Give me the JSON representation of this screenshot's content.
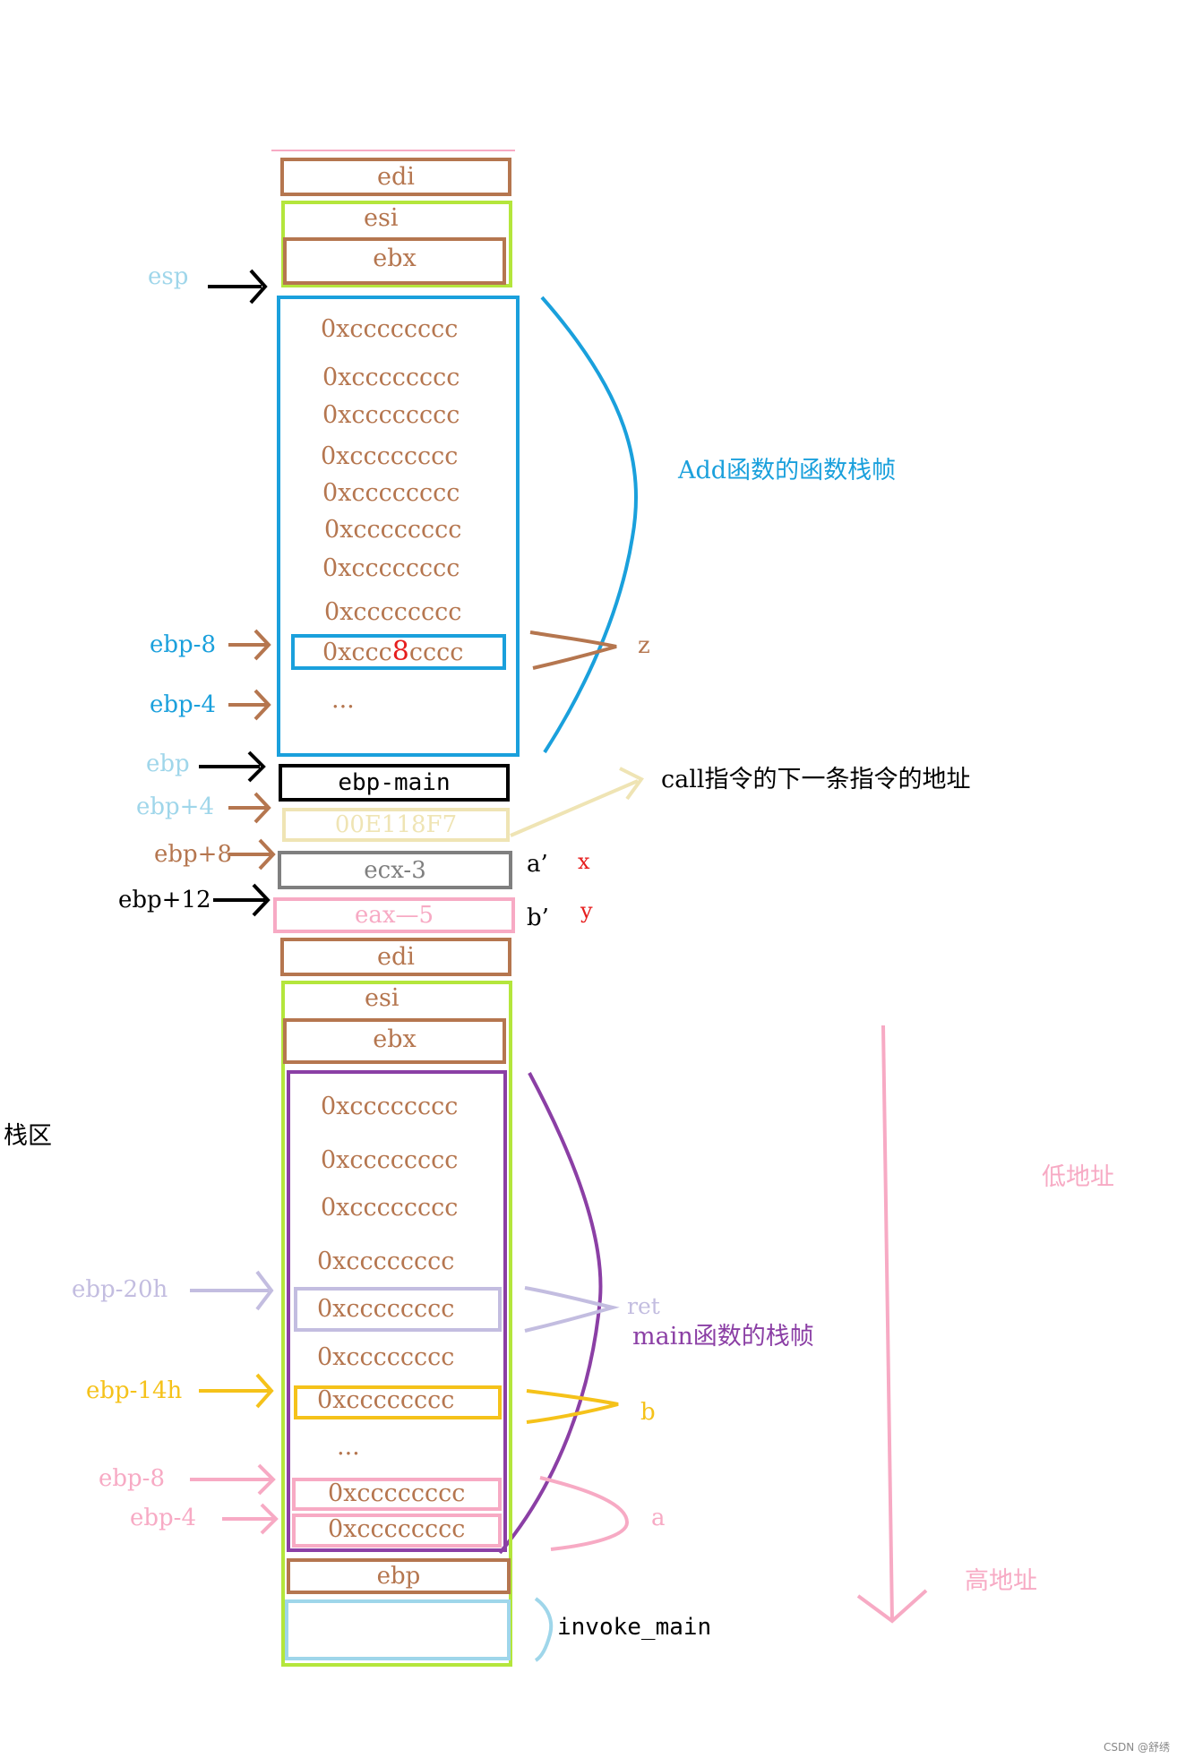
{
  "colors": {
    "brown": "#b5764f",
    "lime": "#b4e63c",
    "blue": "#1aa0dc",
    "lightblue": "#9fd6ea",
    "black": "#000000",
    "cream": "#efe4b4",
    "gray": "#7f7f7f",
    "pink": "#f7aac4",
    "purple": "#8b3fa5",
    "lavender": "#c3bde0",
    "yellow": "#f5c21a",
    "red": "#e61e1e"
  },
  "add_frame": {
    "edi": "edi",
    "esi": "esi",
    "ebx": "ebx",
    "fill_rows": [
      "0xcccccccc",
      "0xcccccccc",
      "0xcccccccc",
      "0xcccccccc",
      "0xcccccccc",
      "0xcccccccc",
      "0xcccccccc",
      "0xcccccccc"
    ],
    "z_slot_text": "0xccc",
    "z_slot_tail": "cccc",
    "z_value": "8",
    "dots": "...",
    "ebp_main": "ebp-main",
    "ret_addr": "00E118F7",
    "ecx": "ecx-3",
    "eax": "eax—5",
    "label": "Add函数的函数栈帧",
    "z_label": "z",
    "call_note": "call指令的下一条指令的地址",
    "a_prime": "a’",
    "b_prime": "b’",
    "x": "x",
    "y": "y"
  },
  "pointers_add": {
    "esp": "esp",
    "ebp_m8": "ebp-8",
    "ebp_m4": "ebp-4",
    "ebp": "ebp",
    "ebp_p4": "ebp+4",
    "ebp_p8": "ebp+8",
    "ebp_p12": "ebp+12"
  },
  "main_frame": {
    "edi": "edi",
    "esi": "esi",
    "ebx": "ebx",
    "fill_rows": [
      "0xcccccccc",
      "0xcccccccc",
      "0xcccccccc",
      "0xcccccccc",
      "0xcccccccc",
      "0xcccccccc",
      "0xcccccccc",
      "0xcccccccc",
      "0xcccccccc"
    ],
    "dots": "...",
    "ebp": "ebp",
    "label": "main函数的栈帧",
    "ret_label": "ret",
    "b_label": "b",
    "a_label": "a",
    "invoke": "invoke_main"
  },
  "pointers_main": {
    "ebp_m20h": "ebp-20h",
    "ebp_m14h": "ebp-14h",
    "ebp_m8": "ebp-8",
    "ebp_m4": "ebp-4"
  },
  "side": {
    "stack_area": "栈区",
    "low_addr": "低地址",
    "high_addr": "高地址"
  },
  "watermark": "CSDN @舒绣"
}
